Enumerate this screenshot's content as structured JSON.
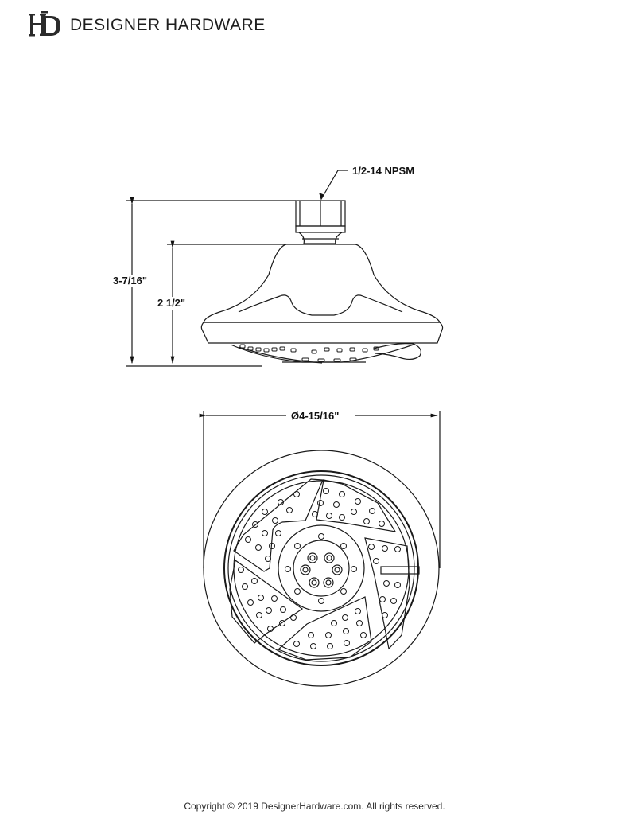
{
  "brand": {
    "logo_icon": "dh-monogram-logo",
    "name": "DESIGNER HARDWARE"
  },
  "side_view": {
    "thread_label": "1/2-14 NPSM",
    "overall_height_label": "3-7/16\"",
    "body_height_label": "2 1/2\""
  },
  "front_view": {
    "diameter_label": "Ø4-15/16\""
  },
  "footer": {
    "copyright": "Copyright © 2019 DesignerHardware.com. All rights reserved."
  },
  "colors": {
    "line": "#1a1a1a",
    "background": "#ffffff"
  }
}
